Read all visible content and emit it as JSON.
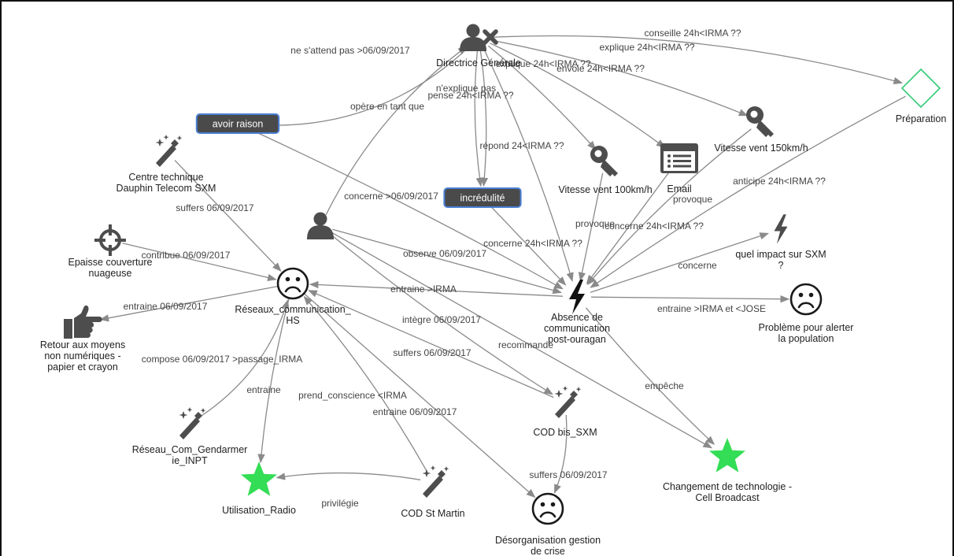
{
  "nodes": {
    "directrice": {
      "label": [
        "Directrice Générale"
      ],
      "icon": "user-x-icon"
    },
    "preparation": {
      "label": [
        "Préparation"
      ],
      "icon": "diamond-icon"
    },
    "avoir_raison": {
      "label": [
        "avoir raison"
      ],
      "icon": "tag"
    },
    "incredulite": {
      "label": [
        "incrédulité"
      ],
      "icon": "tag"
    },
    "centre_technique": {
      "label": [
        "Centre technique",
        "Dauphin Telecom SXM"
      ],
      "icon": "magic-wand-icon"
    },
    "vitesse100": {
      "label": [
        "Vitesse vent 100km/h"
      ],
      "icon": "key-icon"
    },
    "email": {
      "label": [
        "Email"
      ],
      "icon": "list-window-icon"
    },
    "vitesse150": {
      "label": [
        "Vitesse vent 150km/h"
      ],
      "icon": "key-icon"
    },
    "person": {
      "label": [],
      "icon": "user-icon"
    },
    "impact": {
      "label": [
        "quel impact sur SXM",
        "?"
      ],
      "icon": "lightning-icon"
    },
    "epaisse": {
      "label": [
        "Epaisse couverture",
        "nuageuse"
      ],
      "icon": "crosshair-icon"
    },
    "reseaux": {
      "label": [
        "Réseaux_communication_",
        "HS"
      ],
      "icon": "sad-face-icon"
    },
    "absence": {
      "label": [
        "Absence de",
        "communication",
        "post-ouragan"
      ],
      "icon": "lightning-icon"
    },
    "probleme": {
      "label": [
        "Problème pour alerter",
        "la population"
      ],
      "icon": "sad-face-icon"
    },
    "retour": {
      "label": [
        "Retour aux moyens",
        "non numériques -",
        "papier et crayon"
      ],
      "icon": "pointing-hand-icon"
    },
    "cod_bis": {
      "label": [
        "COD bis_SXM"
      ],
      "icon": "magic-wand-icon"
    },
    "reseau_com": {
      "label": [
        "Réseau_Com_Gendarmer",
        "ie_INPT"
      ],
      "icon": "magic-wand-icon"
    },
    "changement": {
      "label": [
        "Changement de technologie -",
        "Cell Broadcast"
      ],
      "icon": "star-icon"
    },
    "utilisation": {
      "label": [
        "Utilisation_Radio"
      ],
      "icon": "star-icon"
    },
    "cod_st": {
      "label": [
        "COD St Martin"
      ],
      "icon": "magic-wand-icon"
    },
    "desorganisation": {
      "label": [
        "Désorganisation gestion",
        "de crise"
      ],
      "icon": "sad-face-icon"
    }
  },
  "edges": [
    {
      "from": "directrice",
      "to": "avoir_raison",
      "label": "ne s'attend pas >06/09/2017"
    },
    {
      "from": "directrice",
      "to": "preparation",
      "label": "conseille 24h<IRMA ??"
    },
    {
      "from": "directrice",
      "to": "vitesse150",
      "label": "explique 24h<IRMA ??"
    },
    {
      "from": "directrice",
      "to": "email",
      "label": "envoie 24h<IRMA ??"
    },
    {
      "from": "directrice",
      "to": "vitesse100",
      "label": "explique 24h<IRMA ??"
    },
    {
      "from": "directrice",
      "to": "incredulite",
      "label": "n'explique pas"
    },
    {
      "from": "directrice",
      "to": "incredulite",
      "label": "pense 24h<IRMA ??"
    },
    {
      "from": "person",
      "to": "directrice",
      "label": "opère en tant que"
    },
    {
      "from": "directrice",
      "to": "absence",
      "label": "répond 24<IRMA ??"
    },
    {
      "from": "avoir_raison",
      "to": "absence",
      "label": "concerne >06/09/2017"
    },
    {
      "from": "incredulite",
      "to": "absence",
      "label": "concerne 24h<IRMA ??"
    },
    {
      "from": "vitesse100",
      "to": "absence",
      "label": "provoque"
    },
    {
      "from": "email",
      "to": "absence",
      "label": "concerne 24h<IRMA ??"
    },
    {
      "from": "vitesse150",
      "to": "absence",
      "label": "provoque"
    },
    {
      "from": "preparation",
      "to": "absence",
      "label": "anticipe 24h<IRMA ??"
    },
    {
      "from": "absence",
      "to": "impact",
      "label": "concerne"
    },
    {
      "from": "absence",
      "to": "probleme",
      "label": "entraine >IRMA et <JOSE"
    },
    {
      "from": "absence",
      "to": "changement",
      "label": "empêche"
    },
    {
      "from": "person",
      "to": "absence",
      "label": "observe 06/09/2017"
    },
    {
      "from": "person",
      "to": "cod_bis",
      "label": "intègre 06/09/2017"
    },
    {
      "from": "person",
      "to": "changement",
      "label": "recommande"
    },
    {
      "from": "centre_technique",
      "to": "reseaux",
      "label": "suffers 06/09/2017"
    },
    {
      "from": "epaisse",
      "to": "reseaux",
      "label": "contribue 06/09/2017"
    },
    {
      "from": "absence",
      "to": "reseaux",
      "label": "entraine >IRMA"
    },
    {
      "from": "reseaux",
      "to": "retour",
      "label": "entraine 06/09/2017"
    },
    {
      "from": "reseau_com",
      "to": "reseaux",
      "label": "compose 06/09/2017 >passage_IRMA"
    },
    {
      "from": "reseaux",
      "to": "utilisation",
      "label": "entraine"
    },
    {
      "from": "cod_st",
      "to": "reseaux",
      "label": "prend_conscience <IRMA"
    },
    {
      "from": "reseaux",
      "to": "desorganisation",
      "label": "entraine 06/09/2017"
    },
    {
      "from": "cod_bis",
      "to": "reseaux",
      "label": "suffers 06/09/2017"
    },
    {
      "from": "cod_bis",
      "to": "desorganisation",
      "label": "suffers 06/09/2017"
    },
    {
      "from": "cod_st",
      "to": "utilisation",
      "label": "privilégie"
    }
  ],
  "colors": {
    "edge": "#8a8a8a",
    "icon_dark": "#4d4d4d",
    "star": "#33dd55",
    "diamond": "#33cc77",
    "tag_bg": "#4a4a4a",
    "tag_border": "#4a7fd4"
  }
}
